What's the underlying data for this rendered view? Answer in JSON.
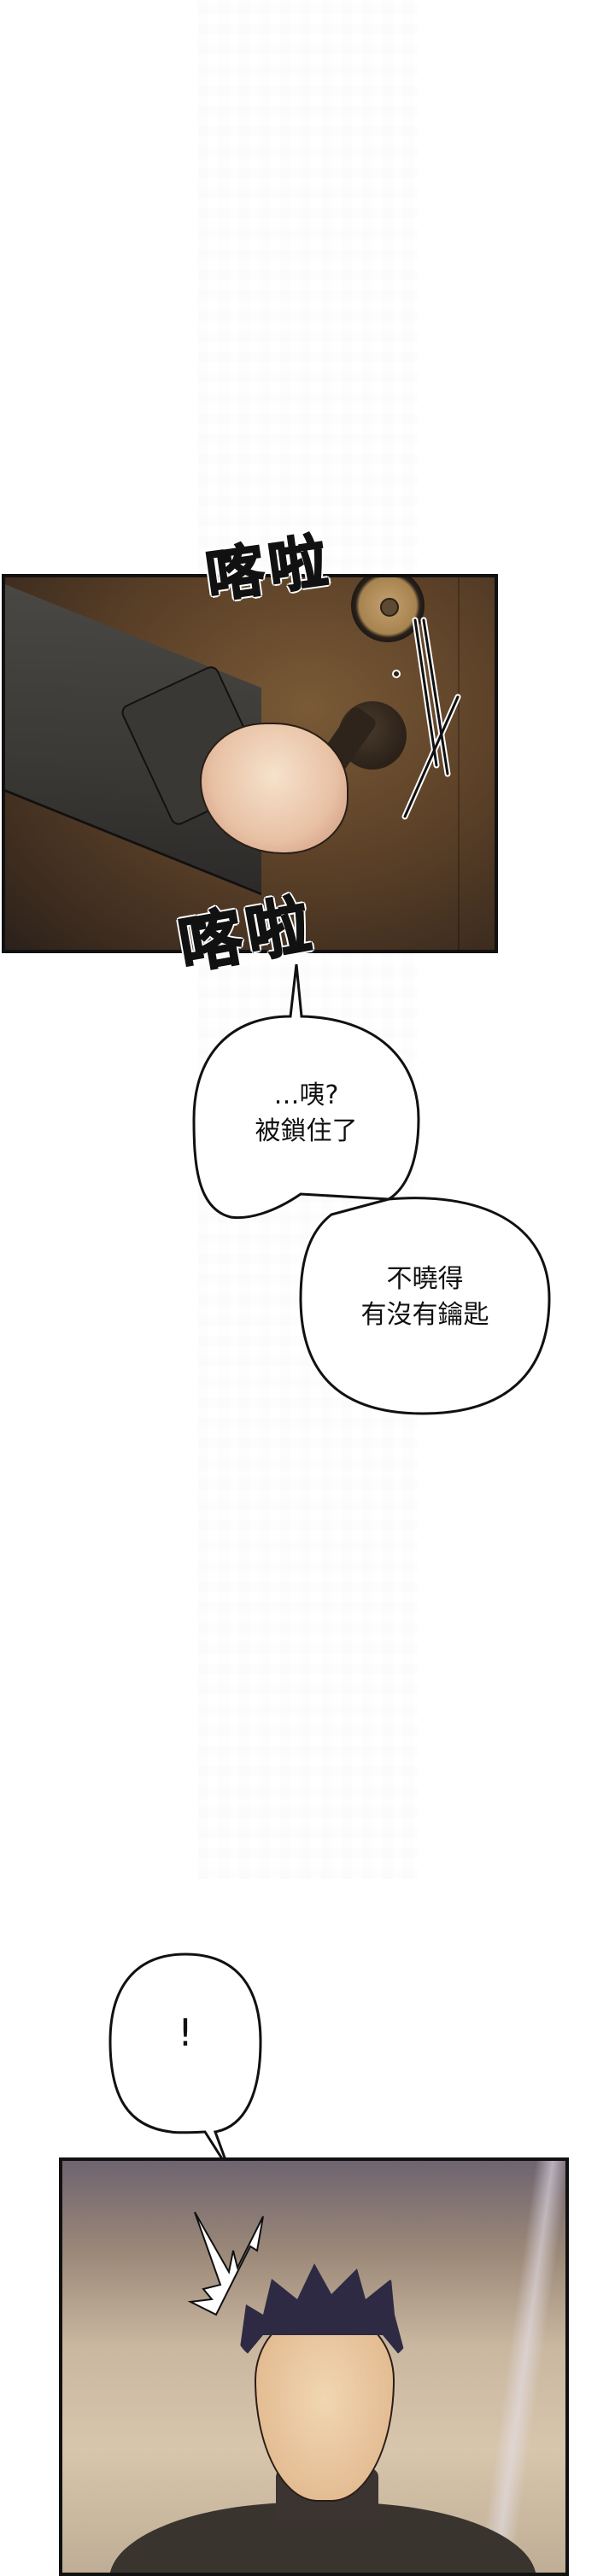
{
  "page": {
    "type": "webtoon-strip",
    "background": "#ffffff",
    "watermark": "faint QR-code pattern column"
  },
  "panels": [
    {
      "id": "panel-1",
      "description": "Close-up of a hand in a dark sleeve turning a door handle below a deadbolt lock",
      "colors": {
        "door": "#5c4128",
        "sleeve": "#3b3936",
        "skin": "#e8c1a4"
      },
      "sfx": [
        {
          "text": "喀啦",
          "position": "top"
        },
        {
          "text": "喀啦",
          "position": "bottom"
        }
      ]
    },
    {
      "id": "panel-2",
      "description": "Young man with spiky dark hair in a dark turtleneck looking up, surprised, in a hallway",
      "colors": {
        "hair": "#2e2a44",
        "shirt": "#3a342f",
        "background": "#c9b7a0"
      }
    }
  ],
  "bubbles": [
    {
      "id": "bubble-1",
      "lines": [
        "…咦?",
        "被鎖住了"
      ]
    },
    {
      "id": "bubble-2",
      "lines": [
        "不曉得",
        "有沒有鑰匙"
      ]
    },
    {
      "id": "bubble-3",
      "lines": [
        "!"
      ]
    }
  ]
}
